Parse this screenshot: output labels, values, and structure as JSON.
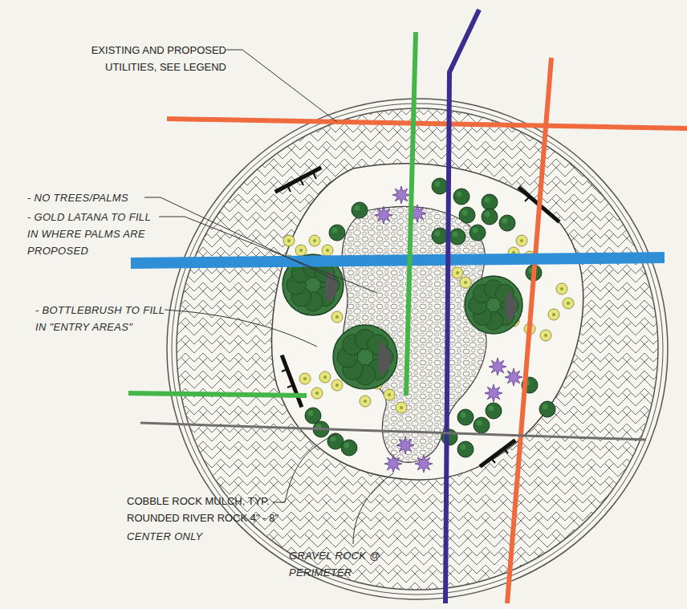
{
  "diagram": {
    "labels": [
      "EXISTING AND PROPOSED UTILITIES, SEE LEGEND",
      "- NO TREES/PALMS",
      "- GOLD LATANA TO FILL IN WHERE PALMS ARE PROPOSED",
      "- BOTTLEBRUSH TO FILL IN \"ENTRY AREAS\"",
      "COBBLE ROCK MULCH, TYP. ROUNDED RIVER ROCK 4\" - 8\"",
      "CENTER ONLY",
      "GRAVEL ROCK @ PERIMETER"
    ]
  }
}
